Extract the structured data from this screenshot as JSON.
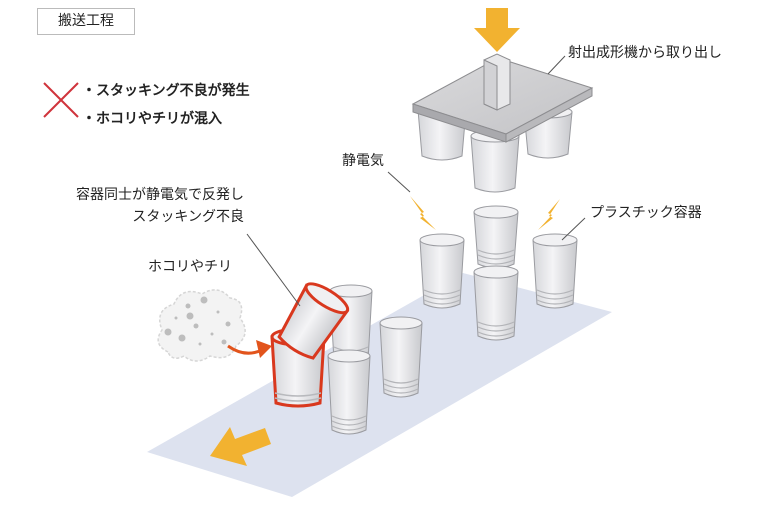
{
  "header": {
    "tag": "搬送工程"
  },
  "problems": {
    "mark": "cross-icon",
    "items": [
      "・スタッキング不良が発生",
      "・ホコリやチリが混入"
    ]
  },
  "labels": {
    "molding": "射出成形機から取り出し",
    "static": "静電気",
    "containers": "プラスチック容器",
    "repel_line1": "容器同士が静電気で反発し",
    "repel_line2": "スタッキング不良",
    "dust": "ホコリやチリ"
  },
  "colors": {
    "arrow": "#F2B230",
    "bolt": "#F2B230",
    "cross": "#D0343C",
    "fault_outline": "#D9381E",
    "dust_arrow": "#E2541C",
    "conveyor": "#DDE2EF",
    "plate": "#CFCFD1",
    "cup": "#E4E5E8"
  },
  "icons": [
    "down-arrow-icon",
    "lightning-bolt-icon",
    "dust-cloud-icon",
    "left-arrow-icon"
  ]
}
